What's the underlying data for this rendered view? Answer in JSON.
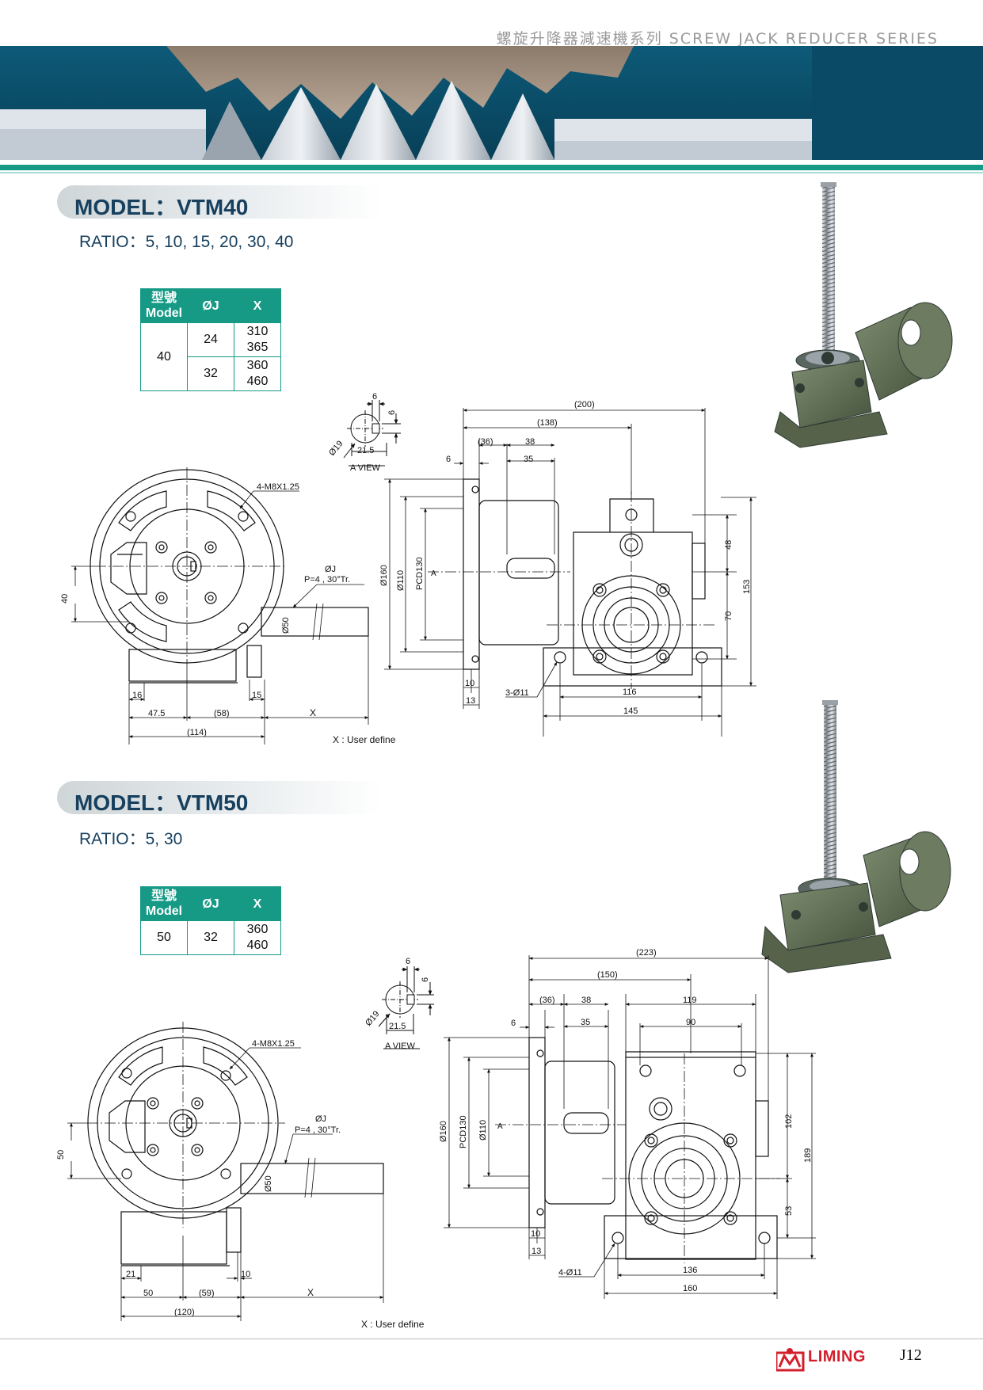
{
  "header": {
    "series_title": "螺旋升降器減速機系列 SCREW JACK REDUCER SERIES"
  },
  "colors": {
    "teal_accent": "#169a86",
    "banner_dark": "#0b4a66",
    "title_navy": "#17405f",
    "body_green": "#5f6e55",
    "brand_red": "#d21f2b"
  },
  "icons": {
    "banner": "gear-worm-banner-image",
    "product_vtm40": "screw-jack-reducer-photo",
    "product_vtm50": "screw-jack-reducer-photo",
    "brand_logo": "liming-logo-icon"
  },
  "sections": [
    {
      "model_title": "MODEL：VTM40",
      "ratio": "RATIO：5, 10, 15, 20, 30, 40",
      "table": {
        "headers": {
          "model_zh": "型號",
          "model_en": "Model",
          "j": "ØJ",
          "x": "X"
        },
        "model": "40",
        "rows": [
          {
            "j": "24",
            "x_lines": [
              "310",
              "365"
            ]
          },
          {
            "j": "32",
            "x_lines": [
              "360",
              "460"
            ]
          }
        ]
      },
      "drawing": {
        "a_view": {
          "d6_top": "6",
          "d6_side": "6",
          "d19": "Ø19",
          "d21_5": "21.5",
          "label": "A VIEW"
        },
        "front": {
          "bolt": "4-M8X1.25",
          "shaft": "ØJ",
          "thread": "P=4 , 30°Tr.",
          "d50": "Ø50",
          "h40": "40",
          "d16": "16",
          "d15": "15",
          "d47_5": "47.5",
          "d58": "(58)",
          "dx": "X",
          "d114": "(114)",
          "note": "X : User define"
        },
        "side": {
          "d200": "(200)",
          "d138": "(138)",
          "d36": "(36)",
          "d38": "38",
          "d35": "35",
          "d6": "6",
          "d160": "Ø160",
          "pcd": "PCD130",
          "d110": "Ø110",
          "mark_a": "A",
          "d48": "48",
          "d153": "153",
          "d70": "70",
          "d10": "10",
          "d13": "13",
          "holes": "3-Ø11",
          "d116": "116",
          "d145": "145"
        }
      }
    },
    {
      "model_title": "MODEL：VTM50",
      "ratio": "RATIO：5, 30",
      "table": {
        "headers": {
          "model_zh": "型號",
          "model_en": "Model",
          "j": "ØJ",
          "x": "X"
        },
        "model": "50",
        "rows": [
          {
            "j": "32",
            "x_lines": [
              "360",
              "460"
            ]
          }
        ]
      },
      "drawing": {
        "a_view": {
          "d6_top": "6",
          "d6_side": "6",
          "d19": "Ø19",
          "d21_5": "21.5",
          "label": "A VIEW"
        },
        "front": {
          "bolt": "4-M8X1.25",
          "shaft": "ØJ",
          "thread": "P=4 , 30°Tr.",
          "d50": "Ø50",
          "h50": "50",
          "d21": "21",
          "d10": "10",
          "d50w": "50",
          "d59": "(59)",
          "dx": "X",
          "d120": "(120)",
          "note": "X : User define"
        },
        "side": {
          "d223": "(223)",
          "d150": "(150)",
          "d36": "(36)",
          "d38": "38",
          "d119": "119",
          "d35": "35",
          "d90": "90",
          "d6": "6",
          "d160": "Ø160",
          "pcd": "PCD130",
          "d110": "Ø110",
          "mark_a": "A",
          "d102": "102",
          "d189": "189",
          "d53": "53",
          "d10": "10",
          "d13": "13",
          "holes": "4-Ø11",
          "d136": "136",
          "d160w": "160"
        }
      }
    }
  ],
  "footer": {
    "brand": "LIMING",
    "page": "J12"
  }
}
